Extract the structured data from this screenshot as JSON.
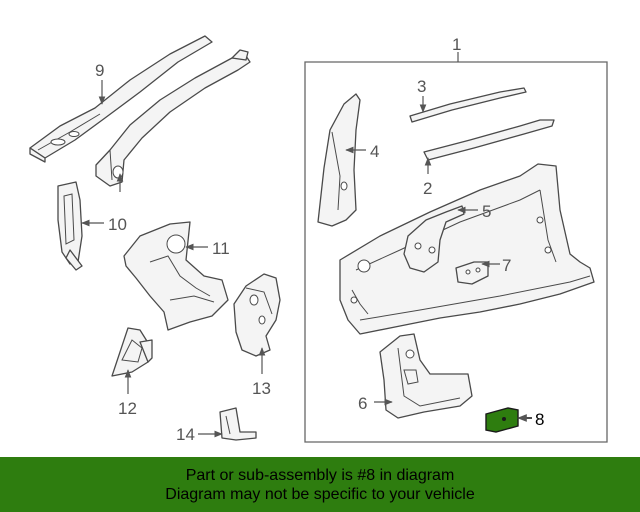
{
  "diagram": {
    "callouts": {
      "c1": "1",
      "c2": "2",
      "c3": "3",
      "c4": "4",
      "c5": "5",
      "c6": "6",
      "c7": "7",
      "c8": "8",
      "c9": "9",
      "c10": "10",
      "c11": "11",
      "c12": "12",
      "c13": "13",
      "c14": "14"
    },
    "highlighted_part": "8",
    "colors": {
      "highlight": "#2e7d0f",
      "line": "#4a4a4a",
      "banner": "#2e7d0f"
    }
  },
  "banner": {
    "line1": "Part or sub-assembly is #8 in diagram",
    "line2": "Diagram may not be specific to your vehicle"
  }
}
